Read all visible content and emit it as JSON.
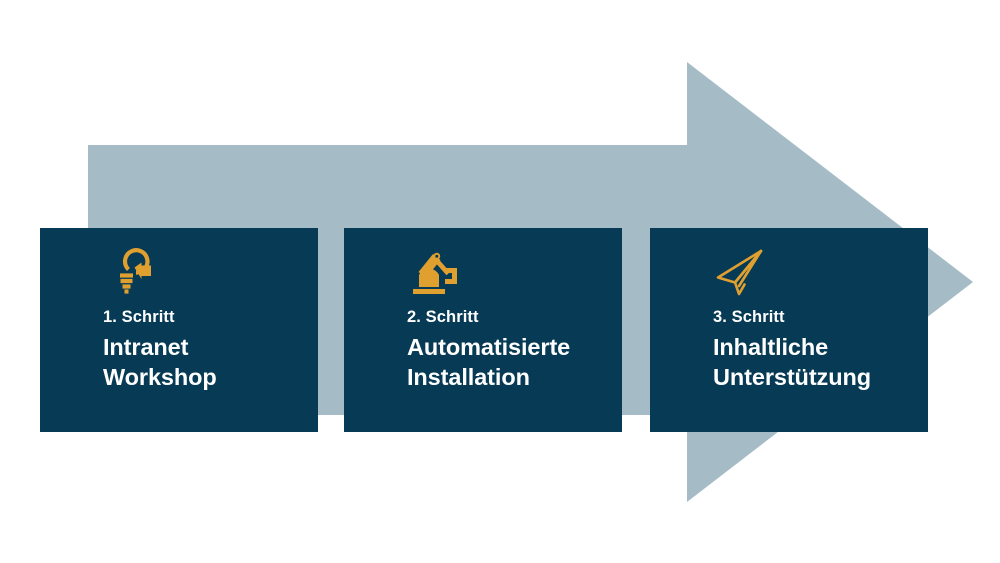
{
  "graphic": {
    "type": "process-arrow-infographic",
    "background_color": "#ffffff",
    "arrow_color": "#a5bcc7",
    "card_color": "#073a55",
    "icon_color": "#e0a030",
    "text_color": "#ffffff",
    "arrow_name": "process-arrow"
  },
  "steps": [
    {
      "icon": "lightbulb-plug-icon",
      "kicker": "1. Schritt",
      "title": "Intranet\nWorkshop"
    },
    {
      "icon": "robot-arm-icon",
      "kicker": "2. Schritt",
      "title": "Automatisierte\nInstallation"
    },
    {
      "icon": "paper-plane-icon",
      "kicker": "3. Schritt",
      "title": "Inhaltliche\nUnterstützung"
    }
  ]
}
